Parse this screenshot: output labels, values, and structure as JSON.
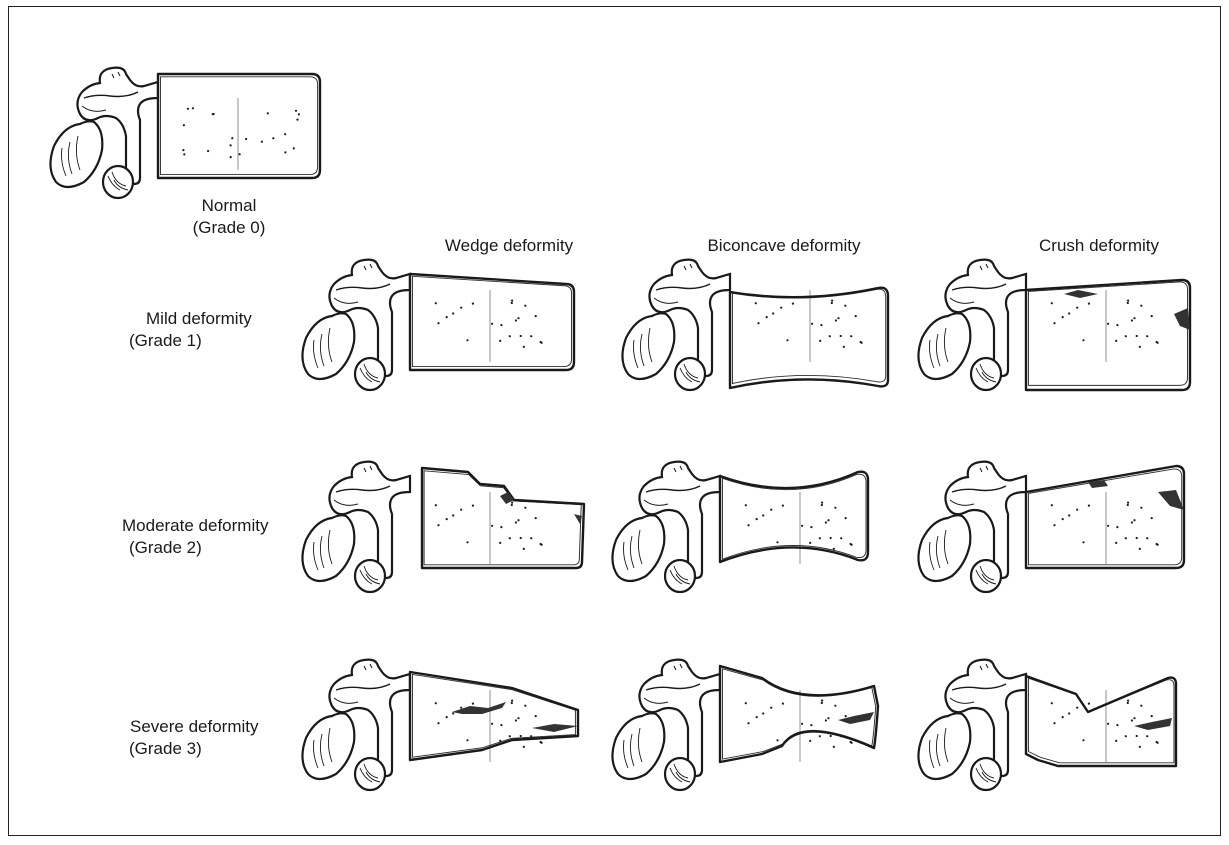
{
  "normal": {
    "label": "Normal",
    "grade": "(Grade 0)"
  },
  "columns": [
    "Wedge deformity",
    "Biconcave deformity",
    "Crush deformity"
  ],
  "rows": [
    {
      "label": "Mild deformity",
      "grade": "(Grade 1)"
    },
    {
      "label": "Moderate deformity",
      "grade": "(Grade 2)"
    },
    {
      "label": "Severe deformity",
      "grade": "(Grade 3)"
    }
  ],
  "colors": {
    "stroke": "#1a1a1a",
    "fracture": "#333333",
    "background": "#ffffff"
  }
}
